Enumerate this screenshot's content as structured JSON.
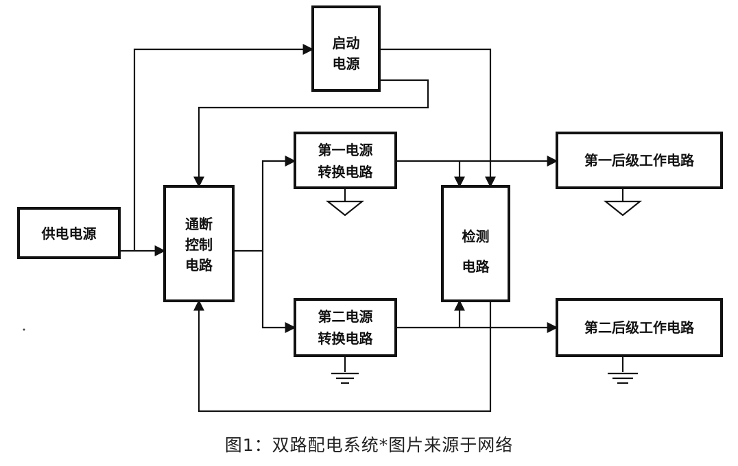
{
  "blocks": {
    "startup_power": [
      "启动",
      "电源"
    ],
    "supply_power": [
      "供电电源"
    ],
    "switch_control": [
      "通断",
      "控制",
      "电路"
    ],
    "conv1": [
      "第一电源",
      "转换电路"
    ],
    "conv2": [
      "第二电源",
      "转换电路"
    ],
    "detect": [
      "检测",
      "电路"
    ],
    "stage1": [
      "第一后级工作电路"
    ],
    "stage2": [
      "第二后级工作电路"
    ]
  },
  "caption": "图1：双路配电系统*图片来源于网络"
}
